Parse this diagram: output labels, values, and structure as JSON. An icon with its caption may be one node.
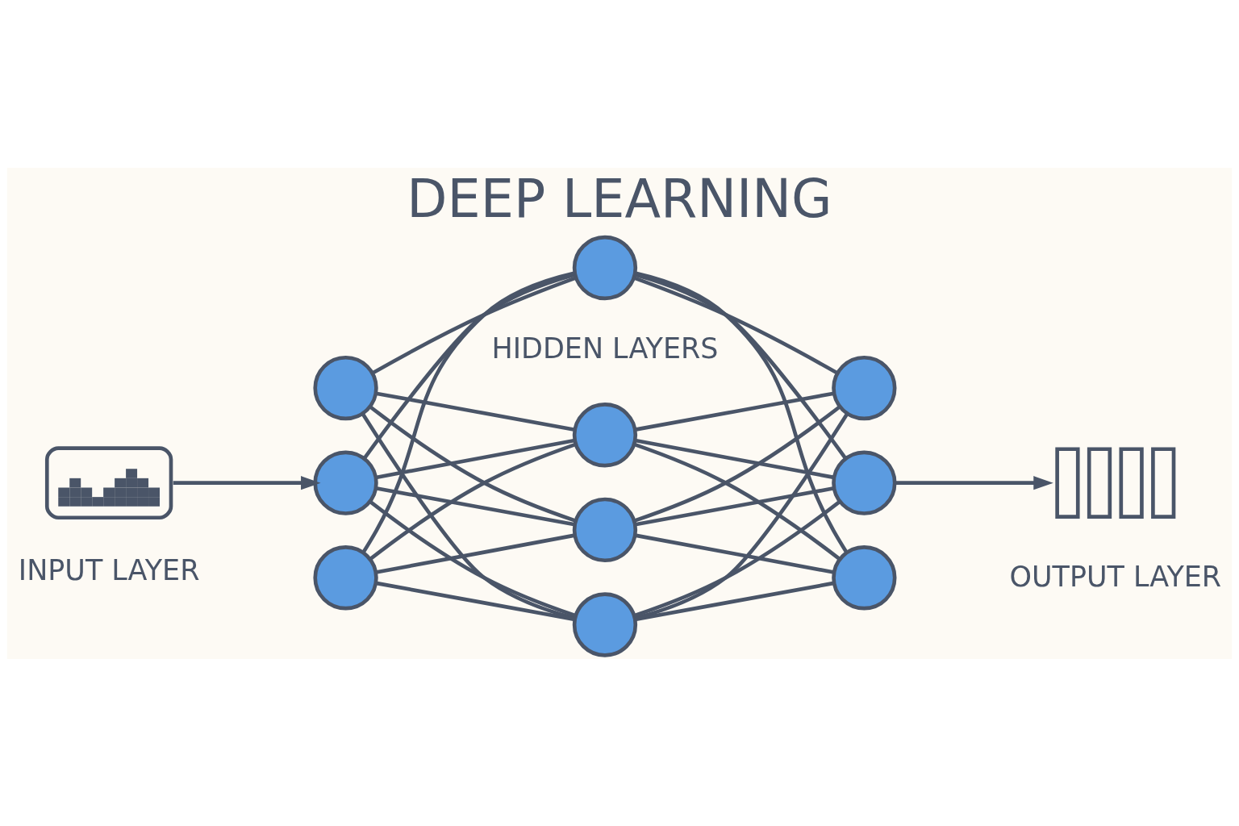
{
  "diagram": {
    "title": "DEEP LEARNING",
    "nodes": [
      {
        "text": [],
        "shape": "picture"
      },
      {
        "text": [],
        "shape": "circle"
      },
      {
        "text": [],
        "shape": "circle"
      },
      {
        "text": [],
        "shape": "circle"
      },
      {
        "text": [],
        "shape": "circle"
      },
      {
        "text": [],
        "shape": "circle"
      },
      {
        "text": [],
        "shape": "circle"
      },
      {
        "text": [],
        "shape": "circle"
      },
      {
        "text": [],
        "shape": "circle"
      },
      {
        "text": [],
        "shape": "circle"
      },
      {
        "text": [],
        "shape": "circle"
      },
      {
        "text": [],
        "shape": "picture"
      }
    ],
    "edges": [
      {
        "from": 0,
        "to": 2,
        "arrow": "to"
      },
      {
        "from": 1,
        "to": 4,
        "arrow": "none"
      },
      {
        "from": 1,
        "to": 5,
        "arrow": "none"
      },
      {
        "from": 1,
        "to": 6,
        "arrow": "none"
      },
      {
        "from": 1,
        "to": 7,
        "arrow": "none"
      },
      {
        "from": 2,
        "to": 4,
        "arrow": "none"
      },
      {
        "from": 2,
        "to": 5,
        "arrow": "none"
      },
      {
        "from": 2,
        "to": 6,
        "arrow": "none"
      },
      {
        "from": 2,
        "to": 7,
        "arrow": "none"
      },
      {
        "from": 3,
        "to": 4,
        "arrow": "none"
      },
      {
        "from": 3,
        "to": 5,
        "arrow": "none"
      },
      {
        "from": 3,
        "to": 6,
        "arrow": "none"
      },
      {
        "from": 3,
        "to": 7,
        "arrow": "none"
      },
      {
        "from": 4,
        "to": 8,
        "arrow": "none"
      },
      {
        "from": 4,
        "to": 9,
        "arrow": "none"
      },
      {
        "from": 4,
        "to": 10,
        "arrow": "none"
      },
      {
        "from": 5,
        "to": 8,
        "arrow": "none"
      },
      {
        "from": 5,
        "to": 9,
        "arrow": "none"
      },
      {
        "from": 5,
        "to": 10,
        "arrow": "none"
      },
      {
        "from": 6,
        "to": 8,
        "arrow": "none"
      },
      {
        "from": 6,
        "to": 9,
        "arrow": "none"
      },
      {
        "from": 6,
        "to": 10,
        "arrow": "none"
      },
      {
        "from": 7,
        "to": 8,
        "arrow": "none"
      },
      {
        "from": 7,
        "to": 9,
        "arrow": "none"
      },
      {
        "from": 7,
        "to": 10,
        "arrow": "none"
      },
      {
        "from": 9,
        "to": 11,
        "arrow": "to"
      }
    ],
    "labels": [
      "INPUT LAYER",
      "HIDDEN LAYERS",
      "OUTPUT LAYER"
    ]
  }
}
